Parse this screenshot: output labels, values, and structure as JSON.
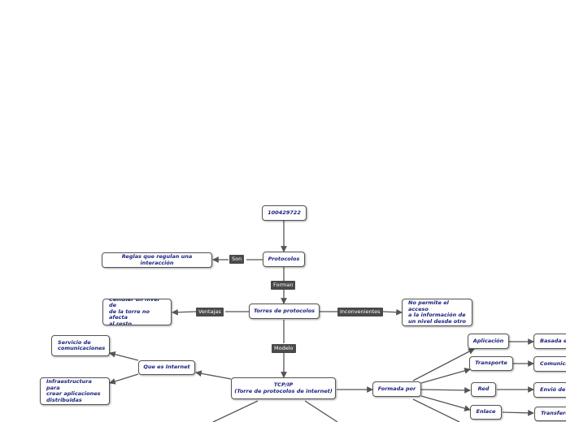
{
  "map": {
    "root": "100429722",
    "protocolos": "Protocolos",
    "reglas": "Reglas que regulan una interacción",
    "torres": "Torres de protocolos",
    "cambiar": "Cambiar un nivel de\nde la torre no afecta\nal resto",
    "no_permite": "No permite el acceso\na la información de\nun nivel desde otro",
    "tcpip": "TCP/IP\n(Torre de protocolos de internet)",
    "que_es": "Que es Internet",
    "servicio": "Servicio de\n   comunicaciones",
    "infra": "Infraestructura para\ncrear aplicaciones\ndistribuidas",
    "formada": "Formada por",
    "aplicacion": "Aplicación",
    "transporte": "Transporte",
    "red": "Red",
    "enlace": "Enlace",
    "basada": "Basada e",
    "comunica": "Comunica",
    "envio": "Envió de p",
    "transfere": "Transfere"
  },
  "labels": {
    "son": "Son",
    "forman": "Forman",
    "ventajas": "Ventajas",
    "inconvenientes": "Inconvenientes",
    "modelo": "Modelo"
  }
}
